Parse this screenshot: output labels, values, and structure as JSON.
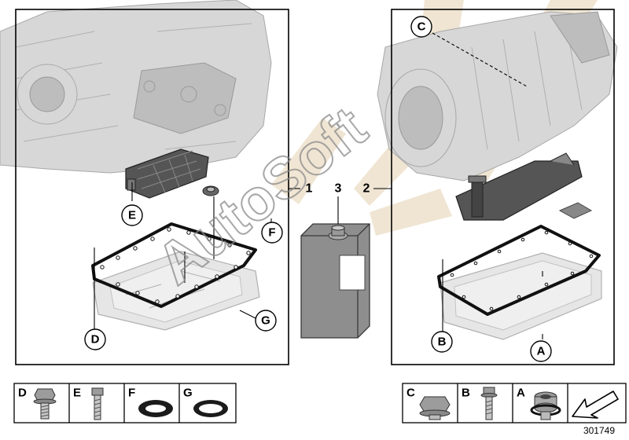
{
  "callouts": {
    "c_top": "C",
    "e": "E",
    "f": "F",
    "g": "G",
    "d": "D",
    "b": "B",
    "a": "A"
  },
  "part_numbers": {
    "one": "1",
    "two": "2",
    "three": "3"
  },
  "legend": {
    "left": [
      "D",
      "E",
      "F",
      "G"
    ],
    "right": [
      "C",
      "B",
      "A"
    ]
  },
  "watermark": "AutoSoft",
  "reference_number": "301749",
  "icons": {
    "arrow": "arrow-icon",
    "bolt": "bolt-icon",
    "seal_ring": "seal-ring-icon",
    "plug": "plug-icon"
  }
}
